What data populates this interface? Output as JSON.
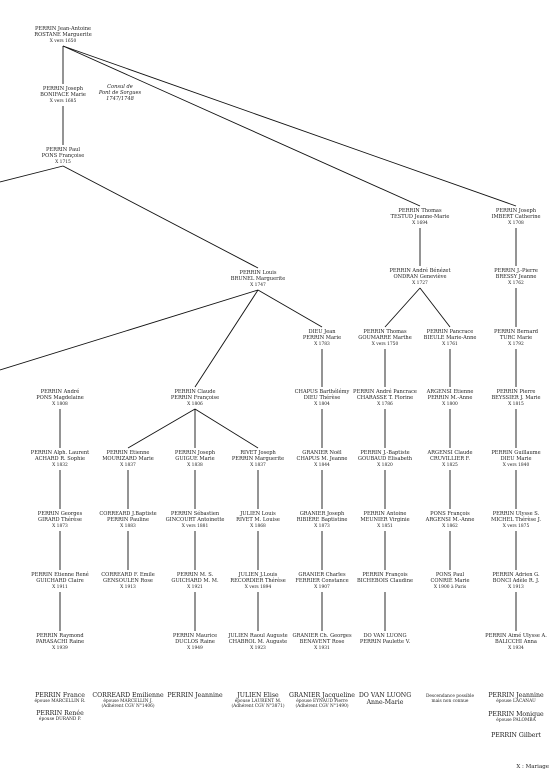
{
  "nodes": [
    {
      "id": "n_jean_antoine",
      "l1": "PERRIN Jean-Antoine",
      "l2": "ROSTANE Marguerite",
      "m": "X vers 1650"
    },
    {
      "id": "n_joseph_1685",
      "l1": "PERRIN Joseph",
      "l2": "BONIFACE Marie",
      "m": "X vers 1685"
    },
    {
      "id": "n_paul",
      "l1": "PERRIN Paul",
      "l2": "PONS Françoise",
      "m": "X 1715"
    },
    {
      "id": "n_thomas",
      "l1": "PERRIN Thomas",
      "l2": "TESTUD Jeanne-Marie",
      "m": "X 1694"
    },
    {
      "id": "n_joseph_imbert",
      "l1": "PERRIN Joseph",
      "l2": "IMBERT Catherine",
      "m": "X 1708"
    },
    {
      "id": "n_louis",
      "l1": "PERRIN Louis",
      "l2": "BRUNEL Marguerite",
      "m": "X 1747"
    },
    {
      "id": "n_andre_benezet",
      "l1": "PERRIN André Bénézet",
      "l2": "ONDRAN Geneviève",
      "m": "X 1727"
    },
    {
      "id": "n_jpierre",
      "l1": "PERRIN J.-Pierre",
      "l2": "BRESSY Jeanne",
      "m": "X 1762"
    },
    {
      "id": "n_dieu_jean",
      "l1": "DIEU Jean",
      "l2": "PERRIN Marie",
      "m": "X 1783"
    },
    {
      "id": "n_thomas_goumarre",
      "l1": "PERRIN Thomas",
      "l2": "GOUMARRE Marthe",
      "m": "X vers 1750"
    },
    {
      "id": "n_pancrace",
      "l1": "PERRIN Pancrace",
      "l2": "BIEULE Marie-Anne",
      "m": "X 1761"
    },
    {
      "id": "n_bernard",
      "l1": "PERRIN Bernard",
      "l2": "TURC Marie",
      "m": "X 1792"
    },
    {
      "id": "n_andre",
      "l1": "PERRIN André",
      "l2": "PONS Magdelaine",
      "m": "X 1808"
    },
    {
      "id": "n_claude",
      "l1": "PERRIN Claude",
      "l2": "PERRIN Françoise",
      "m": "X 1806"
    },
    {
      "id": "n_chapus",
      "l1": "CHAPUS Barthélémy",
      "l2": "DIEU Thérèse",
      "m": "X 1804"
    },
    {
      "id": "n_andre_pancrace",
      "l1": "PERRIN André Pancrace",
      "l2": "CHARASSE T. Florine",
      "m": "X 1786"
    },
    {
      "id": "n_argensi_etienne",
      "l1": "ARGENSI Etienne",
      "l2": "PERRIN M.-Anne",
      "m": "X 1800"
    },
    {
      "id": "n_pierre",
      "l1": "PERRIN Pierre",
      "l2": "BEYSSIER J. Marie",
      "m": "X 1815"
    },
    {
      "id": "n_alph_laurent",
      "l1": "PERRIN Alph. Laurent",
      "l2": "ACHARD R. Sophie",
      "m": "X 1832"
    },
    {
      "id": "n_etienne",
      "l1": "PERRIN Etienne",
      "l2": "MOURIZARD Marie",
      "m": "X 1837"
    },
    {
      "id": "n_joseph_guigue",
      "l1": "PERRIN Joseph",
      "l2": "GUIGUE Marie",
      "m": "X 1838"
    },
    {
      "id": "n_rivet_joseph",
      "l1": "RIVET Joseph",
      "l2": "PERRIN Marguerite",
      "m": "X 1837"
    },
    {
      "id": "n_granier_noel",
      "l1": "GRANIER Noël",
      "l2": "CHAPUS M. Jeanne",
      "m": "X 1844"
    },
    {
      "id": "n_jbaptiste",
      "l1": "PERRIN J.-Baptiste",
      "l2": "GOUBAUD Elisabeth",
      "m": "X 1820"
    },
    {
      "id": "n_argensi_claude",
      "l1": "ARGENSI Claude",
      "l2": "CRUVILLIER F.",
      "m": "X 1825"
    },
    {
      "id": "n_guillaume",
      "l1": "PERRIN Guillaume",
      "l2": "DIEU Marie",
      "m": "X vers 1840"
    },
    {
      "id": "n_georges",
      "l1": "PERRIN Georges",
      "l2": "GIRARD Thérèse",
      "m": "X 1873"
    },
    {
      "id": "n_correard_jb",
      "l1": "CORREARD J.Baptiste",
      "l2": "PERRIN Pauline",
      "m": "X 1883"
    },
    {
      "id": "n_sebastien",
      "l1": "PERRIN Sébastien",
      "l2": "GINCOURT Antoinette",
      "m": "X vers 1881"
    },
    {
      "id": "n_julien_louis",
      "l1": "JULIEN Louis",
      "l2": "RIVET M. Louise",
      "m": "X 1868"
    },
    {
      "id": "n_granier_joseph",
      "l1": "GRANIER Joseph",
      "l2": "RIBIÈRE Baptistine",
      "m": "X 1873"
    },
    {
      "id": "n_antoine",
      "l1": "PERRIN Antoine",
      "l2": "MEUNIER Virginie",
      "m": "X 1851"
    },
    {
      "id": "n_pons_francois",
      "l1": "PONS François",
      "l2": "ARGENSI M.-Anne",
      "m": "X 1862"
    },
    {
      "id": "n_ulysse",
      "l1": "PERRIN Ulysse S.",
      "l2": "MICHEL Thérèse J.",
      "m": "X vers 1875"
    },
    {
      "id": "n_etienne_rene",
      "l1": "PERRIN Etienne René",
      "l2": "GUICHARD Claire",
      "m": "X 1911"
    },
    {
      "id": "n_correard_emile",
      "l1": "CORREARD F. Emile",
      "l2": "GENSOULEN Rose",
      "m": "X 1913"
    },
    {
      "id": "n_m_s",
      "l1": "PERRIN M. S.",
      "l2": "GUICHARD M. M.",
      "m": "X 1921"
    },
    {
      "id": "n_julien_j",
      "l1": "JULIEN J.Louis",
      "l2": "RECORDIER Thérèse",
      "m": "X vers 1894"
    },
    {
      "id": "n_granier_charles",
      "l1": "GRANIER Charles",
      "l2": "FERRIER Constance",
      "m": "X 1907"
    },
    {
      "id": "n_francois",
      "l1": "PERRIN François",
      "l2": "BICHEBOIS Claudine",
      "m": ""
    },
    {
      "id": "n_pons_paul",
      "l1": "PONS Paul",
      "l2": "CONRIÉ Marie",
      "m": "X 1900 à Paris"
    },
    {
      "id": "n_adrien",
      "l1": "PERRIN Adrien G.",
      "l2": "BONCI Adèle R. J.",
      "m": "X 1913"
    },
    {
      "id": "n_raymond",
      "l1": "PERRIN Raymond",
      "l2": "PARASACHI Raine",
      "m": "X 1939"
    },
    {
      "id": "n_maurice",
      "l1": "PERRIN Maurice",
      "l2": "DUCLOS Raine",
      "m": "X 1949"
    },
    {
      "id": "n_julien_raoul",
      "l1": "JULIEN Raoul Auguste",
      "l2": "CHABROL M. Auguste",
      "m": "X 1923"
    },
    {
      "id": "n_granier_georges",
      "l1": "GRANIER Ch. Georges",
      "l2": "BENAVENT Rose",
      "m": "X 1931"
    },
    {
      "id": "n_do_van",
      "l1": "DO VAN LUONG",
      "l2": "PERRIN Paulette V.",
      "m": ""
    },
    {
      "id": "n_aimé",
      "l1": "PERRIN Aimé Ulysse A.",
      "l2": "BALICCHI Anna",
      "m": "X 1934"
    }
  ],
  "note": {
    "line1": "Consul de",
    "line2": "Pont de Sorgues",
    "line3": "1747/1748"
  },
  "bottom": [
    {
      "id": "b_france",
      "name": "PERRIN France",
      "sub": "épouse MARCELLIN R."
    },
    {
      "id": "b_renee",
      "name": "PERRIN Renée",
      "sub": "épouse DURAND P."
    },
    {
      "id": "b_emilienne",
      "name": "CORREARD Emilienne",
      "sub": "épouse MARCELLIN J.",
      "sub2": "(Adhérent CGV N°1406)"
    },
    {
      "id": "b_jeannine1",
      "name": "PERRIN Jeannine",
      "sub": ""
    },
    {
      "id": "b_elise",
      "name": "JULIEN Elise",
      "sub": "épouse LAURENT M.",
      "sub2": "(Adhérent CGV N°3871)"
    },
    {
      "id": "b_jacqueline",
      "name": "GRANIER Jacqueline",
      "sub": "épouse EYNAUD Pierre",
      "sub2": "(Adhérent CGV N°1490)"
    },
    {
      "id": "b_anne_marie",
      "name": "DO VAN LUONG",
      "sub": "Anne-Marie"
    },
    {
      "id": "b_descendance",
      "name": "Descendance possible",
      "sub": "mais non connue"
    },
    {
      "id": "b_jeannine2",
      "name": "PERRIN Jeannine",
      "sub": "épouse LACANAU"
    },
    {
      "id": "b_monique",
      "name": "PERRIN Monique",
      "sub": "épouse PALOMBA"
    },
    {
      "id": "b_gilbert",
      "name": "PERRIN Gilbert",
      "sub": ""
    }
  ],
  "legend": "X : Mariage"
}
